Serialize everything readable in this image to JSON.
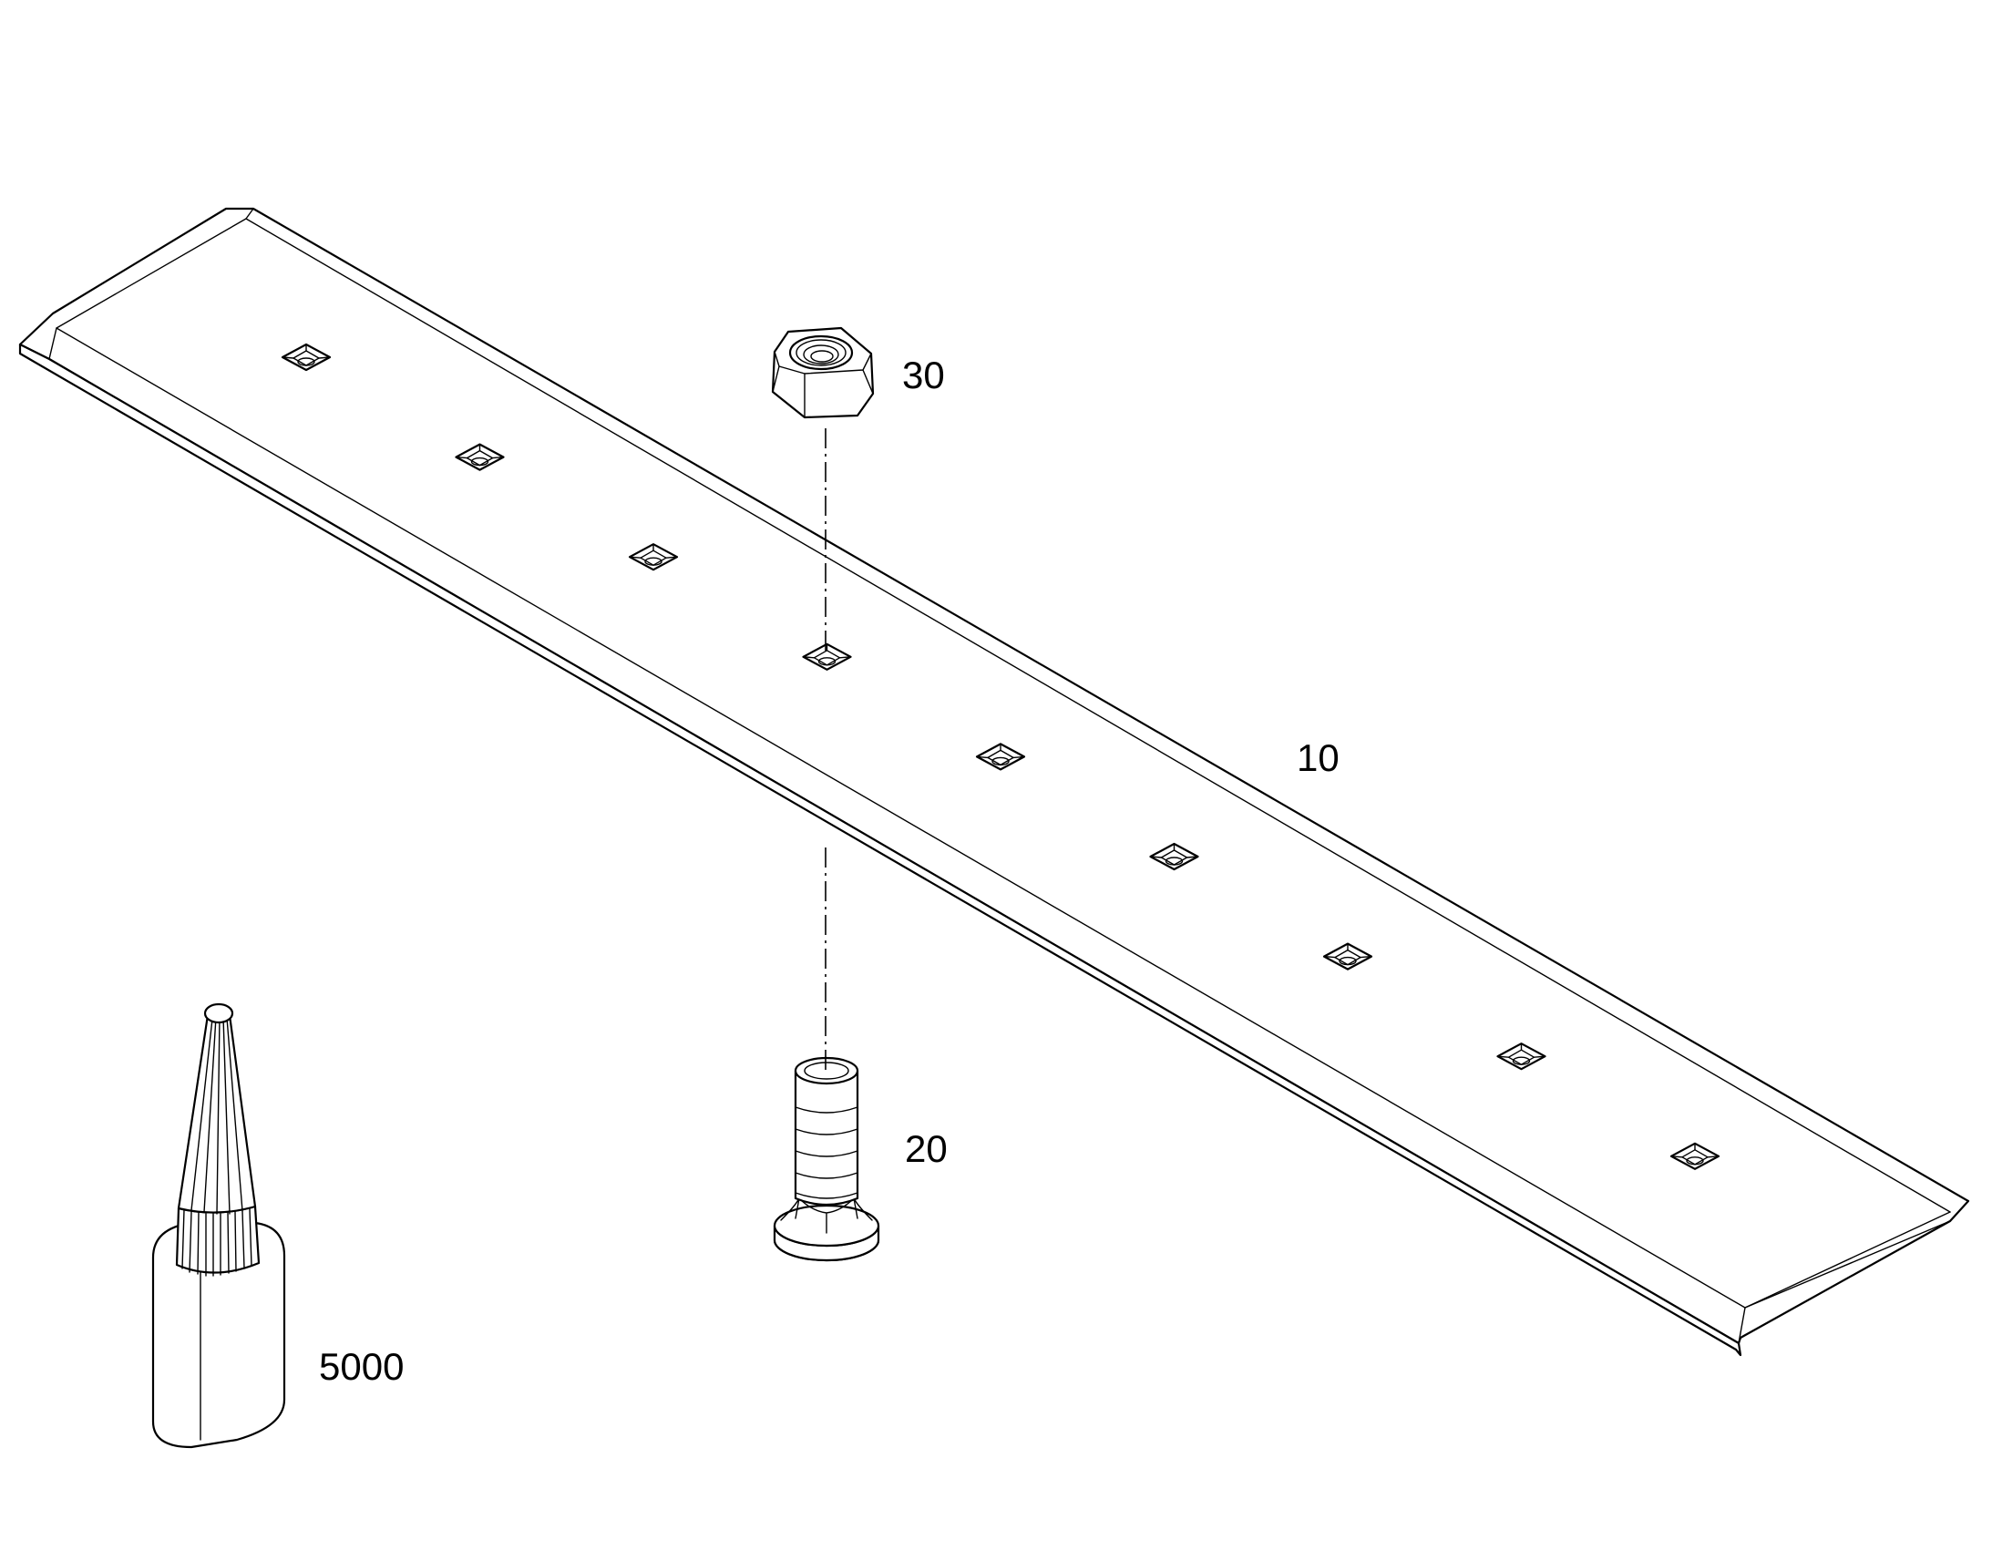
{
  "diagram": {
    "callouts": {
      "blade": "10",
      "bolt": "20",
      "nut": "30",
      "adhesive": "5000"
    },
    "bolt_hole_count": 9
  }
}
